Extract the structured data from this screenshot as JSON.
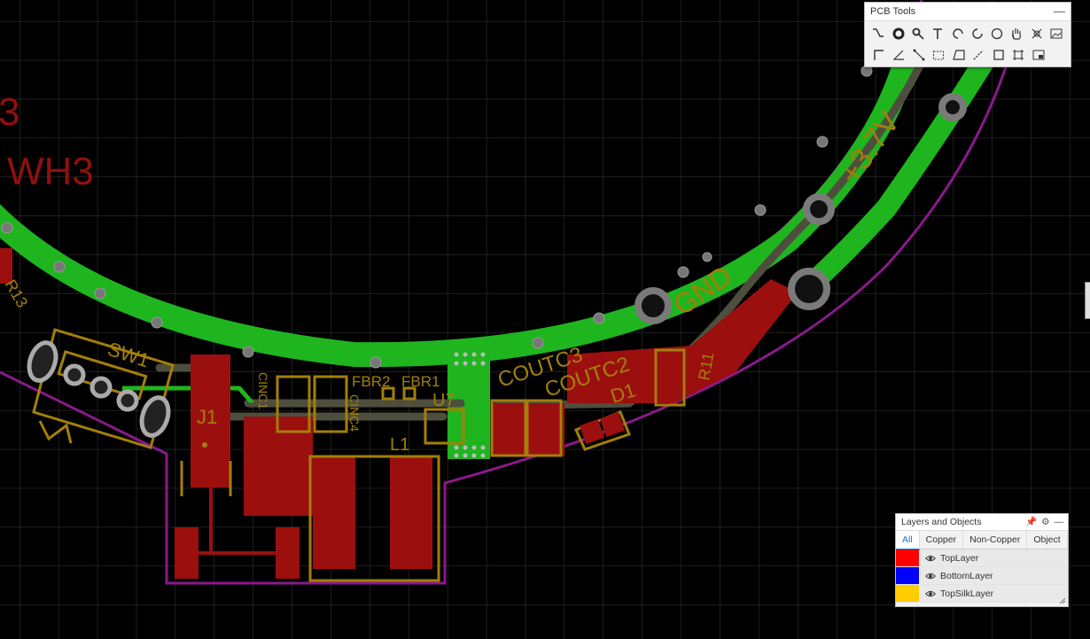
{
  "colors": {
    "background": "#000000",
    "grid": "#3a3a3a",
    "top_copper": "#9b0f0f",
    "bottom_copper_green": "#1fb51f",
    "silkscreen": "#a37f0a",
    "outline": "#8a198a",
    "trace_gray": "#4e4e3e",
    "ghost_red_text": "#8f1010"
  },
  "canvas": {
    "ghost_label_top": "3",
    "ghost_label_wh3": "WH3",
    "silk_labels": {
      "sw1": "SW1",
      "j1": "J1",
      "cinc1": "CINC1",
      "cinc4": "CINC4",
      "fbr2": "FBR2",
      "fbr1": "FBR1",
      "u7": "U7",
      "l1": "L1",
      "coutc3": "COUTC3",
      "coutc2": "COUTC2",
      "d1": "D1",
      "r11": "R11",
      "gnd": "GND",
      "v3v7": "+3.7V",
      "r13": "R13"
    }
  },
  "pcb_tools": {
    "title": "PCB Tools",
    "minimize": "—",
    "tools_row1": [
      "route-track-icon",
      "via-icon",
      "pin-icon",
      "text-icon",
      "arc-icon",
      "arc-ccw-icon",
      "circle-icon",
      "pan-hand-icon",
      "select-icon",
      "image-icon"
    ],
    "tools_row2": [
      "line-corner-icon",
      "angle-icon",
      "dimension-icon",
      "rect-dashed-icon",
      "polygon-icon",
      "measure-icon",
      "square-icon",
      "crop-icon",
      "panel-icon"
    ]
  },
  "layers_panel": {
    "title": "Layers and Objects",
    "tabs": [
      "All",
      "Copper",
      "Non-Copper",
      "Object"
    ],
    "active_tab": "All",
    "layers": [
      {
        "name": "TopLayer",
        "color": "#ff0000"
      },
      {
        "name": "BottomLayer",
        "color": "#0000ff"
      },
      {
        "name": "TopSilkLayer",
        "color": "#ffcc00"
      }
    ]
  }
}
